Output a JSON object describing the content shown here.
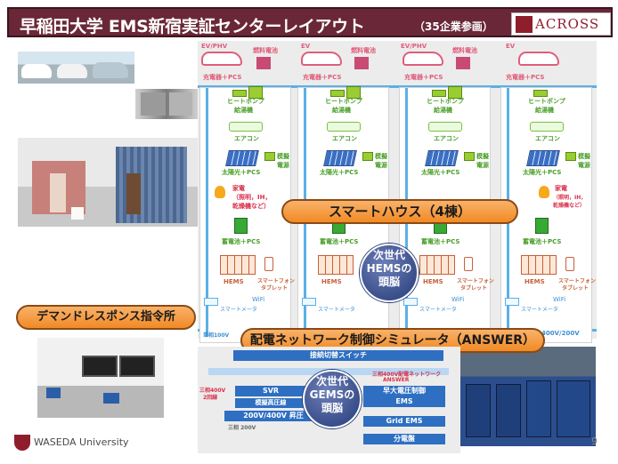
{
  "header": {
    "title": "早稲田大学 EMS新宿実証センターレイアウト",
    "subtitle": "（35企業参画）",
    "logo_text": "ACROSS"
  },
  "houses": [
    {
      "car_label": "EV/PHV",
      "fuel_cell_label": "燃料電池",
      "charger_label": "充電器＋PCS"
    },
    {
      "car_label": "EV",
      "fuel_cell_label": "燃料電池",
      "charger_label": "充電器＋PCS"
    },
    {
      "car_label": "EV/PHV",
      "fuel_cell_label": "燃料電池",
      "charger_label": "充電器＋PCS"
    },
    {
      "car_label": "EV",
      "fuel_cell_label": "",
      "charger_label": "充電器＋PCS"
    }
  ],
  "equipment": {
    "heat_pump": "ヒートポンプ",
    "water_heater": "給湯機",
    "aircon": "エアコン",
    "solar": "太陽光＋PCS",
    "module_1": "模擬",
    "module_2": "電源",
    "appliance_1": "家電",
    "appliance_2": "（照明，IH，",
    "appliance_3": "乾燥機など）",
    "battery": "蓄電池＋PCS",
    "hems": "HEMS",
    "phone_1": "スマートフォン",
    "phone_2": "タブレット",
    "wifi": "WiFi",
    "meter": "スマートメータ"
  },
  "banners": {
    "smart_house": "スマートハウス（4棟）",
    "demand_response": "デマンドレスポンス指令所",
    "network": "配電ネットワーク制御シミュレータ（ANSWER）"
  },
  "circles": {
    "hems_line1": "次世代",
    "hems_line2": "HEMSの",
    "hems_line3": "頭脳",
    "gems_line1": "次世代",
    "gems_line2": "GEMSの",
    "gems_line3": "頭脳"
  },
  "gems": {
    "switch": "接続切替スイッチ",
    "svr": "SVR",
    "simulated_high": "模擬高圧線",
    "lv_line": "200V/400V 昇圧",
    "three_phase_1": "三相400V",
    "three_phase_2": "2回線",
    "three_phase_200": "三相 200V",
    "answer_1": "三相400V配電ネットワーク",
    "answer_2": "ANSWER",
    "ems_1": "早大電圧制御",
    "ems_2": "EMS",
    "grid_ems": "Grid EMS",
    "distribution": "分電盤",
    "voltage_right": "400V/200V",
    "voltage_left": "単相100V"
  },
  "footer": {
    "university": "WASEDA University",
    "page_number": "9"
  },
  "colors": {
    "title_bg": "#6a2738",
    "line_blue": "#5cb0e6",
    "car_pink": "#e05d7b",
    "equip_green": "#9acd32",
    "banner_orange": "#f18a25",
    "circle_navy": "#243a77",
    "gems_blue": "#2e6fc2"
  }
}
